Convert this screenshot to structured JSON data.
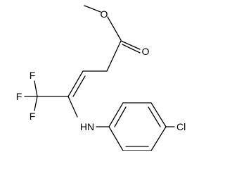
{
  "molecule": {
    "atom_labels": {
      "ester_oxygen": "O",
      "carbonyl_oxygen": "O",
      "fluorine_top": "F",
      "fluorine_left": "F",
      "fluorine_bottom": "F",
      "amine": "HN",
      "chlorine": "Cl"
    }
  },
  "colors": {
    "bond": "#000000",
    "label": "#000000",
    "background": "#ffffff"
  }
}
